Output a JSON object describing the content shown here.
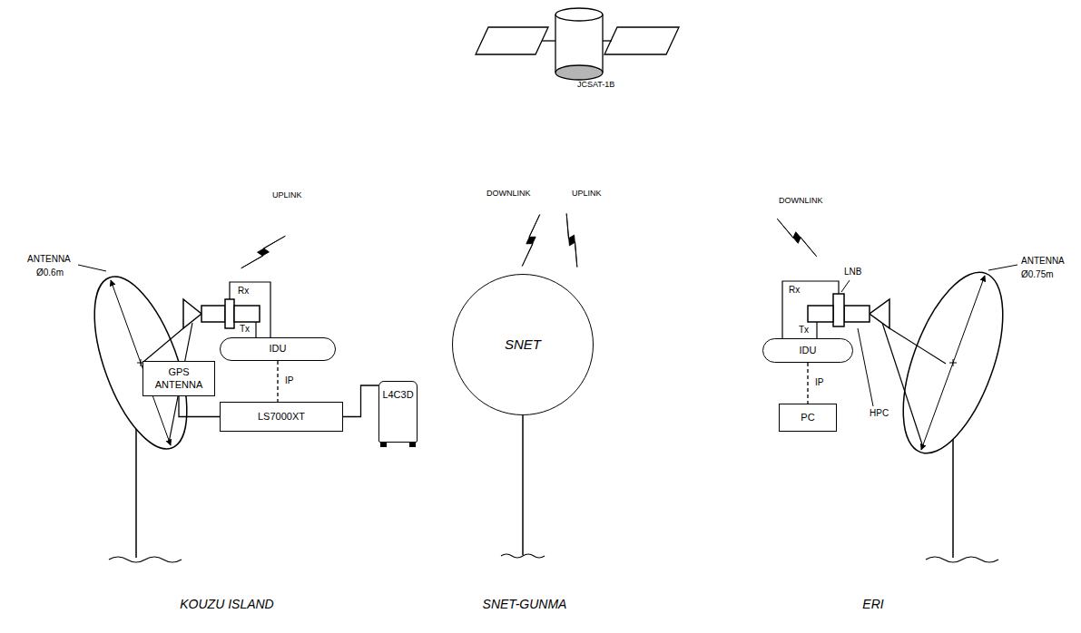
{
  "diagram": {
    "nodes": [
      {
        "text": [
          "IDU"
        ]
      },
      {
        "text": [
          "GPS ANTENNA"
        ]
      },
      {
        "text": [
          "LS7000XT"
        ]
      },
      {
        "text": [
          "L4C3D"
        ]
      },
      {
        "text": [
          "SNET"
        ]
      },
      {
        "text": [
          "IDU"
        ]
      },
      {
        "text": [
          "PC"
        ]
      }
    ],
    "edges": [
      {
        "from": 0,
        "to": 2,
        "arrow": "none",
        "label": "IP"
      },
      {
        "from": 1,
        "to": 2,
        "arrow": "none"
      },
      {
        "from": 2,
        "to": 3,
        "arrow": "none"
      },
      {
        "from": 5,
        "to": 6,
        "arrow": "none",
        "label": "IP"
      }
    ],
    "labels": [
      "JCSAT-1B",
      "UPLINK",
      "DOWNLINK",
      "UPLINK",
      "DOWNLINK",
      "ANTENNA",
      "Ø0.6m",
      "Rx",
      "Tx",
      "ANTENNA",
      "Ø0.75m",
      "LNB",
      "Rx",
      "Tx",
      "HPC",
      "KOUZU ISLAND",
      "SNET-GUNMA",
      "ERI"
    ]
  }
}
